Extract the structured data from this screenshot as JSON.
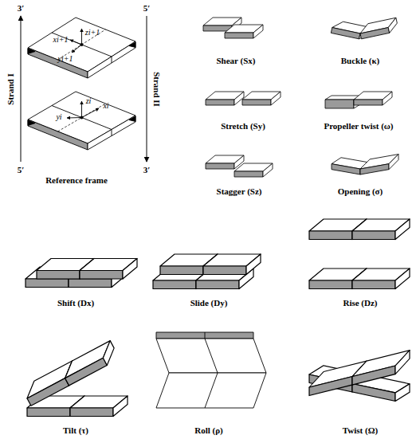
{
  "diagram": {
    "labels": [
      "3′",
      "5′",
      "Strand I",
      "5′",
      "3′",
      "Strand II",
      "xi+1",
      "zi+1",
      "yi+1",
      "zi",
      "xi",
      "yi",
      "Reference frame",
      "Shear (Sx)",
      "Buckle (κ)",
      "Stretch (Sy)",
      "Propeller twist (ω)",
      "Stagger (Sz)",
      "Opening (σ)",
      "Shift (Dx)",
      "Slide (Dy)",
      "Rise (Dz)",
      "Tilt (τ)",
      "Roll (ρ)",
      "Twist (Ω)"
    ]
  }
}
